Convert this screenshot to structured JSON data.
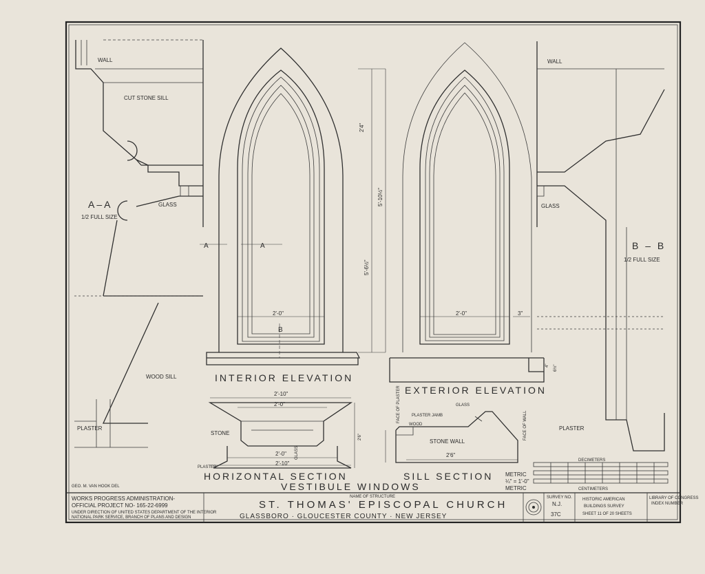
{
  "sections": {
    "aa": {
      "label": "A–A",
      "scale": "1/2 FULL SIZE",
      "wall": "WALL",
      "cut_stone_sill": "CUT STONE SILL",
      "glass": "GLASS",
      "wood_sill": "WOOD SILL",
      "plaster": "PLASTER"
    },
    "bb": {
      "label": "B – B",
      "scale": "1/2 FULL SIZE",
      "wall": "WALL",
      "glass": "GLASS",
      "plaster": "PLASTER"
    }
  },
  "elevations": {
    "interior": {
      "title": "INTERIOR  ELEVATION",
      "width_dim": "2'-0\"",
      "height_arch": "2'4\"",
      "height_opening": "5'-10½\"",
      "height_total": "5'-6½\"",
      "section_a": "A",
      "section_b": "B"
    },
    "exterior": {
      "title": "EXTERIOR  ELEVATION",
      "width_dim": "2'-0\"",
      "side_dim": "3\"",
      "dim_a": "4\"",
      "dim_b": "6½\""
    }
  },
  "horizontal_section": {
    "title": "HORIZONTAL  SECTION",
    "top_dim": "2'-10\"",
    "inner_dim": "2'-0\"",
    "bottom_dim": "2'-0\"",
    "overall_dim": "2'-10\"",
    "stone": "STONE",
    "glass": "GLASS",
    "plaster": "PLASTER",
    "depth": "2'6\""
  },
  "sill_section": {
    "title": "SILL  SECTION",
    "face_plaster": "FACE OF PLASTER",
    "plaster_jamb": "PLASTER JAMB",
    "wood": "WOOD",
    "glass": "GLASS",
    "stone_wall": "STONE WALL",
    "face_wall": "FACE OF WALL",
    "width": "2'6\""
  },
  "group_title": "VESTIBULE  WINDOWS",
  "drafter": "GEO. M. VAN HOOK DEL",
  "scale_bar": {
    "metric_top": "METRIC",
    "scale": "¼\" = 1'-0\"",
    "metric_bottom": "METRIC",
    "decimeters": "DECIMETERS",
    "centimeters": "CENTIMETERS"
  },
  "title_block": {
    "agency_line1": "WORKS PROGRESS ADMINISTRATION-",
    "agency_line2": "OFFICIAL PROJECT  NO- 165-22-6999",
    "agency_note1": "UNDER DIRECTION OF UNITED STATES DEPARTMENT OF THE INTERIOR",
    "agency_note2": "NATIONAL PARK SERVICE, BRANCH OF PLANS AND DESIGN",
    "name_of_structure_label": "NAME OF STRUCTURE",
    "structure": "ST. THOMAS'  EPISCOPAL  CHURCH",
    "location": "GLASSBORO  ·  GLOUCESTER COUNTY  ·  NEW JERSEY",
    "survey_label": "SURVEY NO.",
    "survey_state": "N.J.",
    "survey_no": "37C",
    "habs_line1": "HISTORIC AMERICAN",
    "habs_line2": "BUILDINGS SURVEY",
    "sheet_info": "SHEET  11  OF  20  SHEETS",
    "library": "LIBRARY OF CONGRESS",
    "library2": "INDEX NUMBER"
  }
}
